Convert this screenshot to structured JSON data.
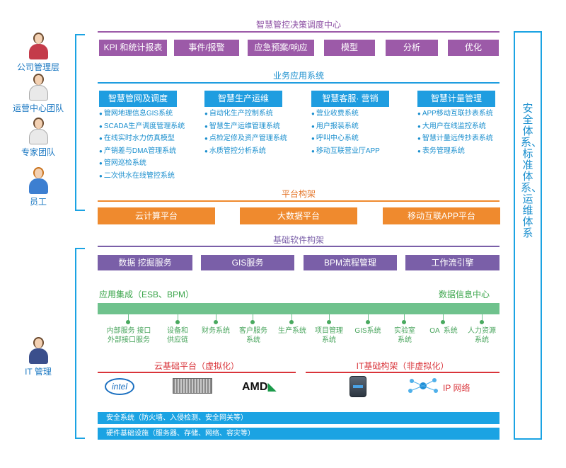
{
  "roles": [
    {
      "label": "公司管理层"
    },
    {
      "label": "运营中心团队"
    },
    {
      "label": "专家团队"
    },
    {
      "label": "员工"
    },
    {
      "label": "IT 管理"
    }
  ],
  "decision_center": {
    "title": "智慧管控决策调度中心",
    "items": [
      "KPI 和统计报表",
      "事件/报警",
      "应急预案/响应",
      "模型",
      "分析",
      "优化"
    ]
  },
  "business_apps": {
    "title": "业务应用系统",
    "groups": [
      {
        "title": "智慧管网及调度",
        "items": [
          "管网地理信息GIS系统",
          "SCADA生产调度管理系统",
          "在线实时水力仿真模型",
          "产销差与DMA管理系统",
          "管网巡检系统",
          "二次供水在线管控系统"
        ]
      },
      {
        "title": "智慧生产运维",
        "items": [
          "自动化生产控制系统",
          "智慧生产运维管理系统",
          "点检定修及资产管理系统",
          "水质管控分析系统"
        ]
      },
      {
        "title": "智慧客服· 营销",
        "items": [
          "营业收费系统",
          "用户报装系统",
          "呼叫中心系统",
          "移动互联营业厅APP"
        ]
      },
      {
        "title": "智慧计量管理",
        "items": [
          "APP移动互联抄表系统",
          "大用户在线监控系统",
          "智慧计量远传抄表系统",
          "表务管理系统"
        ]
      }
    ]
  },
  "platform": {
    "title": "平台构架",
    "items": [
      "云计算平台",
      "大数据平台",
      "移动互联APP平台"
    ]
  },
  "base_software": {
    "title": "基础软件构架",
    "items": [
      "数据 挖掘服务",
      "GIS服务",
      "BPM流程管理",
      "工作流引擎"
    ]
  },
  "integration": {
    "left_label": "应用集成（ESB、BPM）",
    "right_label": "数据信息中心",
    "systems": [
      "内部服务 接口\n外部接口服务",
      "设备和\n供应链",
      "财务系统",
      "客户服务\n系统",
      "生产系统",
      "项目管理\n系统",
      "GIS系统",
      "实验室\n系统",
      "OA  系统",
      "人力资源\n系统"
    ]
  },
  "cloud_platform": {
    "title": "云基础平台（虚拟化）",
    "logos": [
      "intel",
      "AMD"
    ]
  },
  "it_infra": {
    "title": "IT基础构架（非虚拟化）",
    "network_label": "IP  网络"
  },
  "bottom_bars": [
    "安全系统（防火墙、入侵检测、安全网关等）",
    "硬件基础设施（服务器、存储、网络、容灾等）"
  ],
  "side_label": "安全体系、标准体系、运维体系",
  "colors": {
    "purple": "#9c5aa8",
    "blue": "#1f9de0",
    "orange": "#ef8a2e",
    "green": "#6fc28d",
    "red": "#d9343a"
  }
}
